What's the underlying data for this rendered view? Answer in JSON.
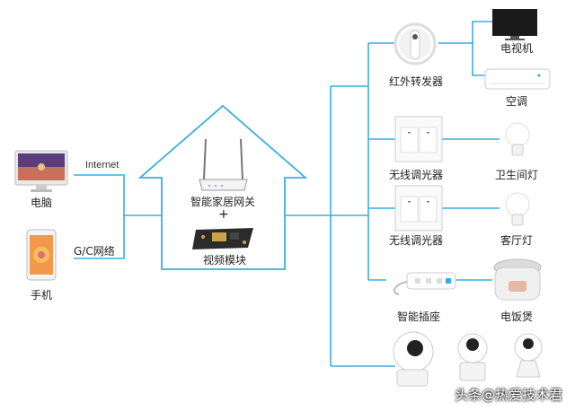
{
  "colors": {
    "line": "#3aaee0",
    "house": "#3aaee0"
  },
  "left": {
    "computer_label": "电脑",
    "phone_label": "手机",
    "internet_label": "Internet",
    "gc_label": "G/C网络"
  },
  "hub": {
    "gateway_label": "智能家居网关",
    "plus": "+",
    "video_label": "视频模块"
  },
  "devices": {
    "ir_label": "红外转发器",
    "tv_label": "电视机",
    "ac_label": "空调",
    "switch1_label": "无线调光器",
    "bulb1_label": "卫生间灯",
    "switch2_label": "无线调光器",
    "bulb2_label": "客厅灯",
    "socket_label": "智能插座",
    "cooker_label": "电饭煲"
  },
  "watermark": "头条@热爱技术君"
}
